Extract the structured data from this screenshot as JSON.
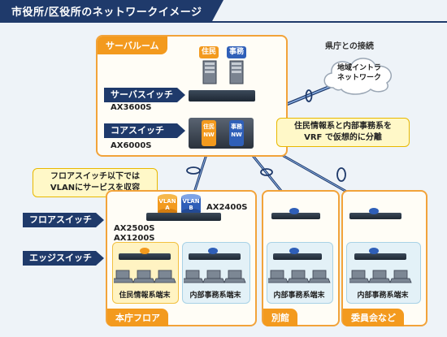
{
  "title": "市役所/区役所のネットワークイメージ",
  "rooms": {
    "server_room": "サーバルーム",
    "main_floor": "本庁フロア",
    "annex": "別館",
    "committee": "委員会など"
  },
  "servers": {
    "resident": "住民",
    "admin": "事務"
  },
  "tags": {
    "server_switch": "サーバスイッチ",
    "core_switch": "コアスイッチ",
    "floor_switch": "フロアスイッチ",
    "edge_switch": "エッジスイッチ"
  },
  "models": {
    "server_switch": "AX3600S",
    "core_switch": "AX6000S",
    "floor_switch": "AX2400S",
    "edge_switch_1": "AX2500S",
    "edge_switch_2": "AX1200S"
  },
  "core_nw": {
    "resident": "住民\nNW",
    "admin": "事務\nNW"
  },
  "vlans": {
    "a": "VLAN\nA",
    "b": "VLAN\nB"
  },
  "callouts": {
    "vrf": "住民情報系と内部事務系を\nVRF で仮想的に分離",
    "floor": "フロアスイッチ以下では\nVLANにサービスを収容"
  },
  "prefecture": {
    "label": "県庁との接続",
    "cloud": "地域イントラ\nネットワーク"
  },
  "terminals": {
    "resident": "住民情報系端末",
    "admin_main": "内部事務系端末",
    "admin_annex": "内部事務系端末",
    "admin_committee": "内部事務系端末"
  }
}
